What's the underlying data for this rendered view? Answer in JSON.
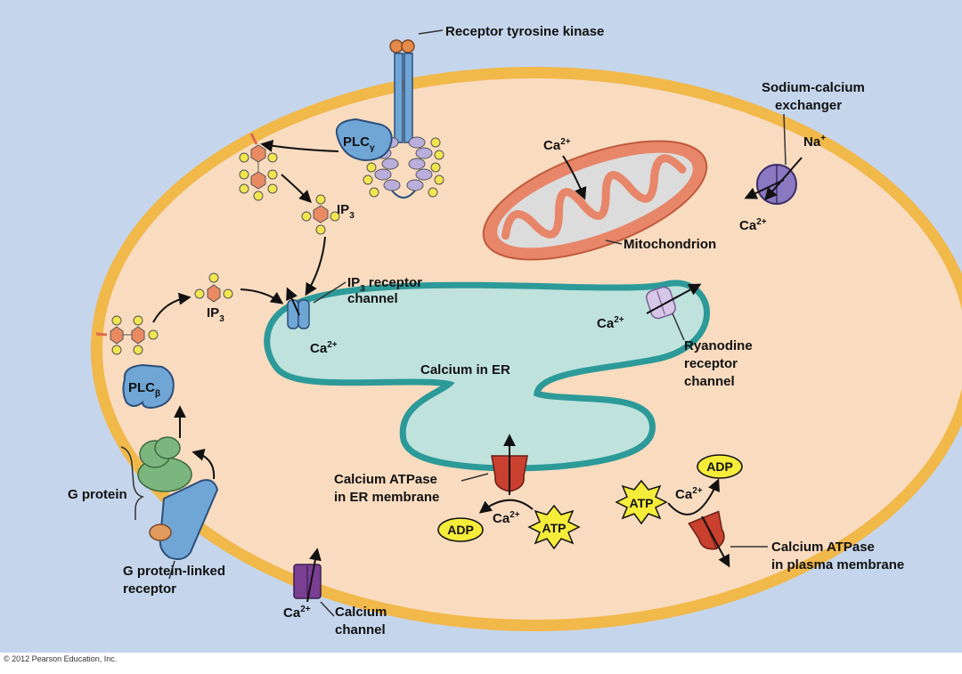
{
  "labels": {
    "receptor_tyrosine_kinase": "Receptor tyrosine kinase",
    "sodium_calcium_exchanger_l1": "Sodium-calcium",
    "sodium_calcium_exchanger_l2": "exchanger",
    "na": "Na",
    "na_charge": "+",
    "ca": "Ca",
    "ca_charge": "2+",
    "mitochondrion": "Mitochondrion",
    "plc": "PLC",
    "gamma": "γ",
    "beta": "β",
    "ip": "IP",
    "ip_sub": "3",
    "ip3_receptor_l1": " receptor",
    "ip3_receptor_l2": "channel",
    "calcium_in_er": "Calcium in ER",
    "ryanodine_l1": "Ryanodine",
    "ryanodine_l2": "receptor",
    "ryanodine_l3": "channel",
    "g_protein": "G protein",
    "gpcr_l1": "G protein-linked",
    "gpcr_l2": "receptor",
    "calcium_atpase_er_l1": "Calcium ATPase",
    "calcium_atpase_er_l2": "in ER membrane",
    "calcium_atpase_pm_l1": "Calcium ATPase",
    "calcium_atpase_pm_l2": "in plasma membrane",
    "calcium_channel_l1": "Calcium",
    "calcium_channel_l2": "channel",
    "adp": "ADP",
    "atp": "ATP"
  },
  "copyright": "© 2012 Pearson Education, Inc.",
  "colors": {
    "background": "#c5d6ec",
    "cell_membrane": "#f1b84a",
    "cytoplasm": "#f9dcc0",
    "er_membrane": "#2c9a98",
    "er_lumen": "#bfe2dd",
    "mitochondrion": "#e8866a",
    "plc": "#6fa6d6",
    "g_protein": "#7bb67e",
    "atpase": "#c9402f",
    "calcium_channel": "#7a3e93",
    "exchanger": "#8a78c0",
    "ip3_node": "#e98a62",
    "ip3_phosphate": "#f2e64f",
    "atp_star": "#f6ec3a",
    "adp_oval": "#f6ec3a"
  }
}
